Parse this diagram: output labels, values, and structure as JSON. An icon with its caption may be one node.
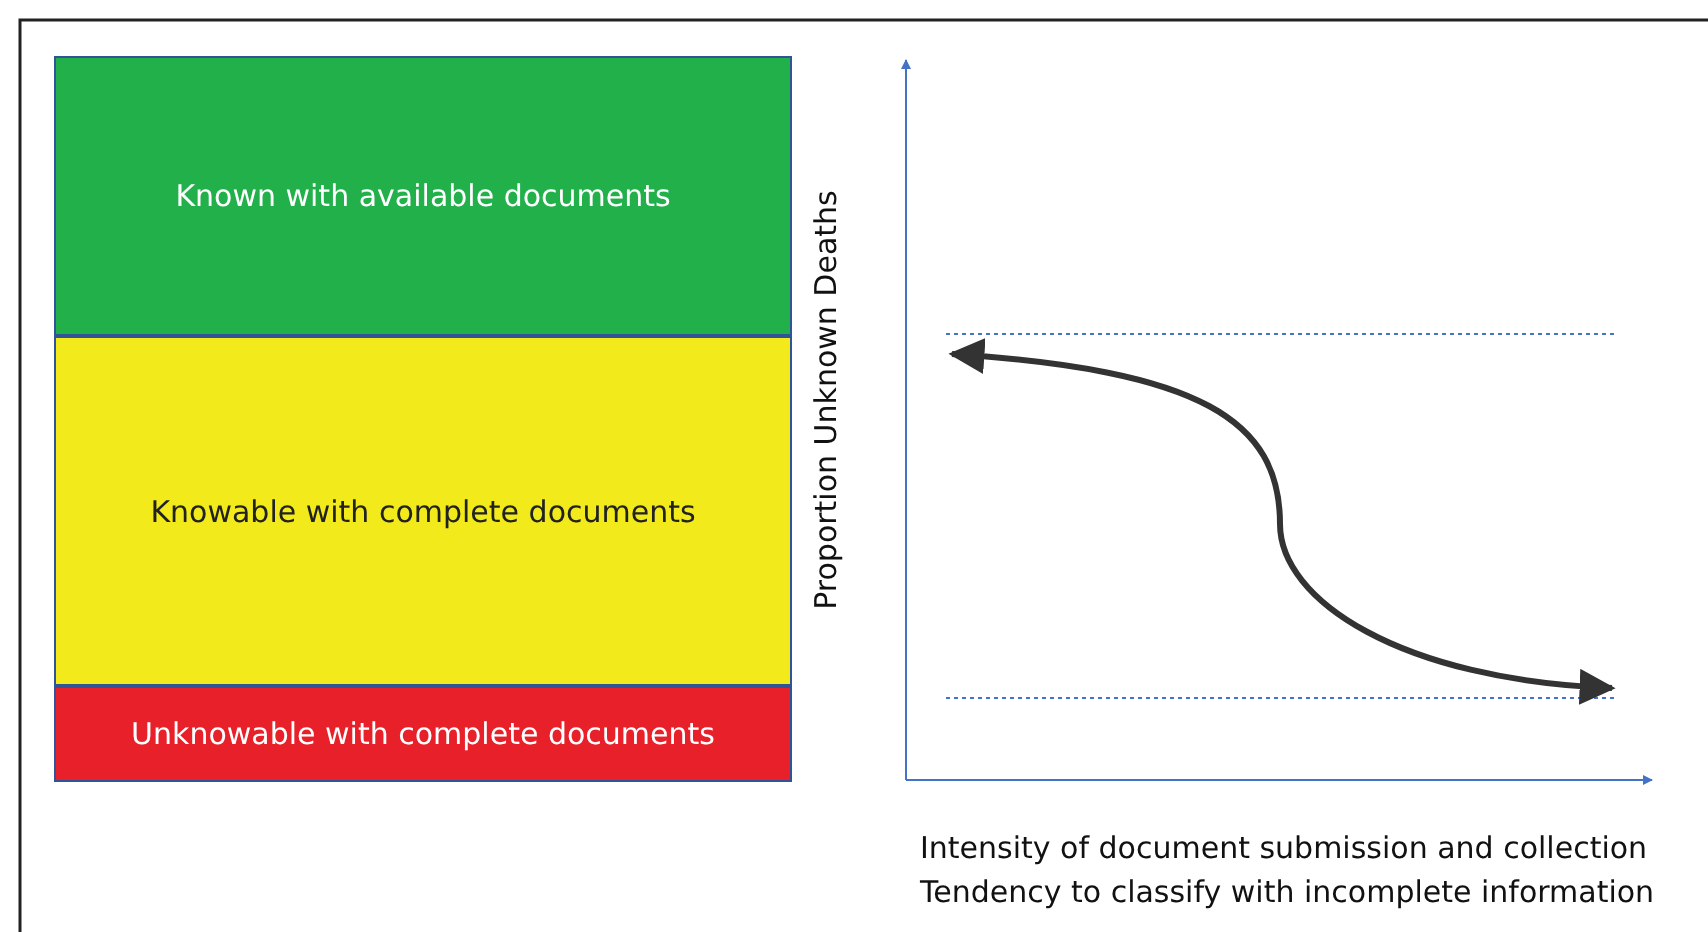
{
  "diagram": {
    "nodes": [
      {
        "text": [
          "Known with available documents"
        ]
      },
      {
        "text": [
          "Knowable with complete documents"
        ]
      },
      {
        "text": [
          "Unknowable with complete documents"
        ]
      }
    ],
    "labels": [
      "Proportion Unknown Deaths",
      "Intensity of document submission and collection",
      "Tendency to classify with incomplete information"
    ]
  }
}
